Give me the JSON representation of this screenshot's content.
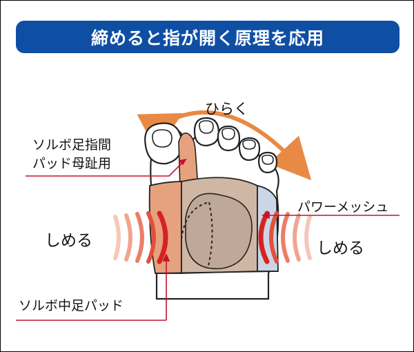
{
  "header": {
    "title": "締めると指が開く原理を応用"
  },
  "labels": {
    "toe_pad_line1": "ソルボ足指間",
    "toe_pad_line2": "パッド母趾用",
    "open": "ひらく",
    "mesh": "パワーメッシュ",
    "tighten_left": "しめる",
    "tighten_right": "しめる",
    "center_pad": "ソルボ中足パッド"
  },
  "colors": {
    "header_bg": "#0f4fa3",
    "leader_line": "#c3122b",
    "arrow_orange": "#e88a45",
    "skin_fill": "#ffffff",
    "pad_fill": "#e6a17f",
    "band_fill": "#cfb7a4",
    "mesh_fill": "#c9d6e6",
    "tighten_red": "#d6231f"
  }
}
